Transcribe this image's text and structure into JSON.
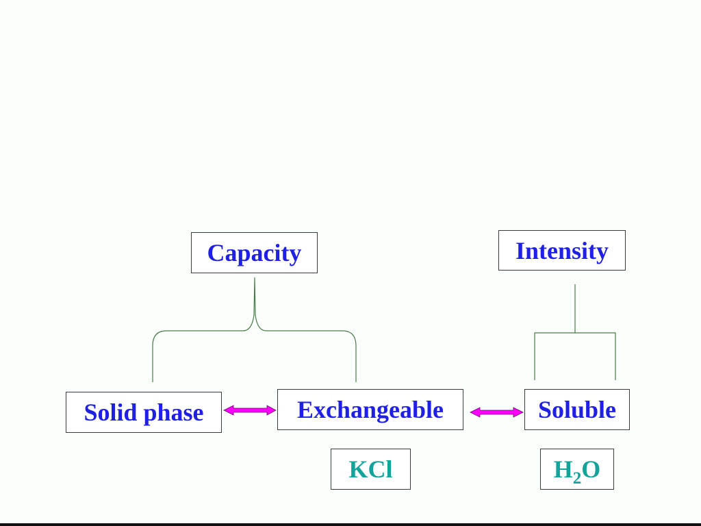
{
  "colors": {
    "background": "#fbfffb",
    "label_blue": "#1f1fe6",
    "reagent_teal": "#13a39a",
    "connector_green": "#4a7a4a",
    "arrow_magenta": "#ff00ff"
  },
  "top_labels": {
    "capacity": "Capacity",
    "intensity": "Intensity"
  },
  "forms": {
    "solid_phase": "Solid phase",
    "exchangeable": "Exchangeable",
    "soluble": "Soluble"
  },
  "extractants": {
    "kcl": "KCl",
    "water_base": "H",
    "water_sub": "2",
    "water_tail": "O"
  },
  "arrows": [
    {
      "from": "Solid phase",
      "to": "Exchangeable",
      "direction": "both"
    },
    {
      "from": "Exchangeable",
      "to": "Soluble",
      "direction": "both"
    }
  ]
}
